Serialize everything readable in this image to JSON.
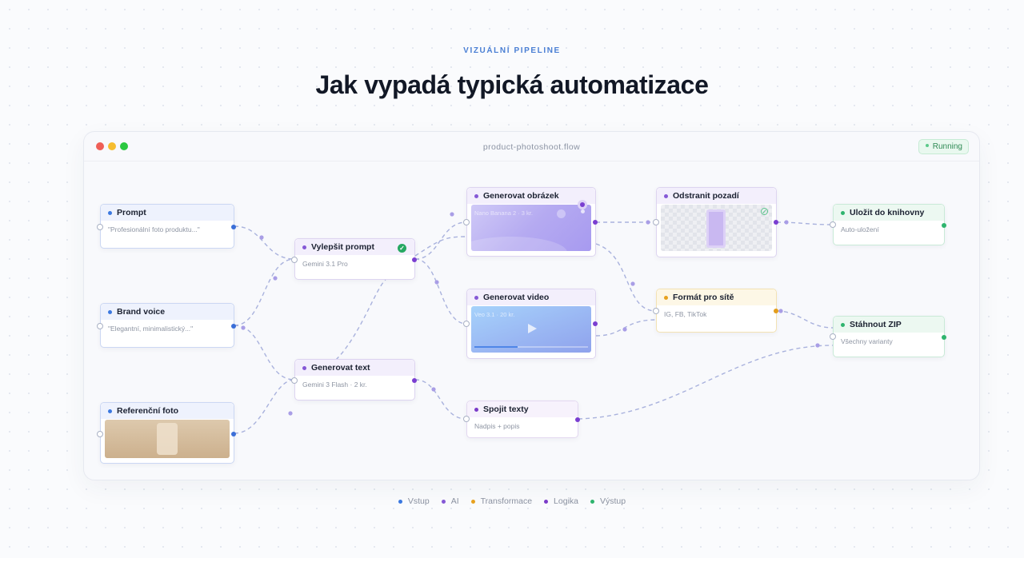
{
  "header": {
    "eyebrow": "VIZUÁLNÍ PIPELINE",
    "title": "Jak vypadá typická automatizace"
  },
  "window": {
    "filename": "product-photoshoot.flow",
    "status": "Running"
  },
  "nodes": {
    "prompt": {
      "title": "Prompt",
      "subtitle": "\"Profesionální foto produktu...\"",
      "category": "input"
    },
    "brand_voice": {
      "title": "Brand voice",
      "subtitle": "\"Elegantní, minimalistický...\"",
      "category": "input"
    },
    "reference_photo": {
      "title": "Referenční foto",
      "category": "input"
    },
    "improve_prompt": {
      "title": "Vylepšit prompt",
      "subtitle": "Gemini 3.1 Pro",
      "category": "ai",
      "done": true
    },
    "generate_text": {
      "title": "Generovat text",
      "subtitle": "Gemini 3 Flash · 2 kr.",
      "category": "ai"
    },
    "generate_image": {
      "title": "Generovat obrázek",
      "overlay": "Nano Banana 2 · 3 kr.",
      "category": "ai"
    },
    "generate_video": {
      "title": "Generovat video",
      "overlay": "Veo 3.1 · 20 kr.",
      "category": "ai",
      "progress": 0.38
    },
    "join_texts": {
      "title": "Spojit texty",
      "subtitle": "Nadpis + popis",
      "category": "logic"
    },
    "remove_background": {
      "title": "Odstranit pozadí",
      "category": "ai",
      "done": true
    },
    "format_for_networks": {
      "title": "Formát pro sítě",
      "subtitle": "IG, FB, TikTok",
      "category": "transform"
    },
    "save_to_library": {
      "title": "Uložit do knihovny",
      "subtitle": "Auto-uložení",
      "category": "output"
    },
    "download_zip": {
      "title": "Stáhnout ZIP",
      "subtitle": "Všechny varianty",
      "category": "output"
    }
  },
  "legend": [
    {
      "label": "Vstup",
      "color": "#3b78e0"
    },
    {
      "label": "AI",
      "color": "#8558d6"
    },
    {
      "label": "Transformace",
      "color": "#e7a11f"
    },
    {
      "label": "Logika",
      "color": "#7b3bc9"
    },
    {
      "label": "Výstup",
      "color": "#2fb46e"
    }
  ],
  "colors": {
    "accent": "#4a7fd4",
    "edge": "#a9b2dd",
    "running_badge": "#2f8a55"
  }
}
